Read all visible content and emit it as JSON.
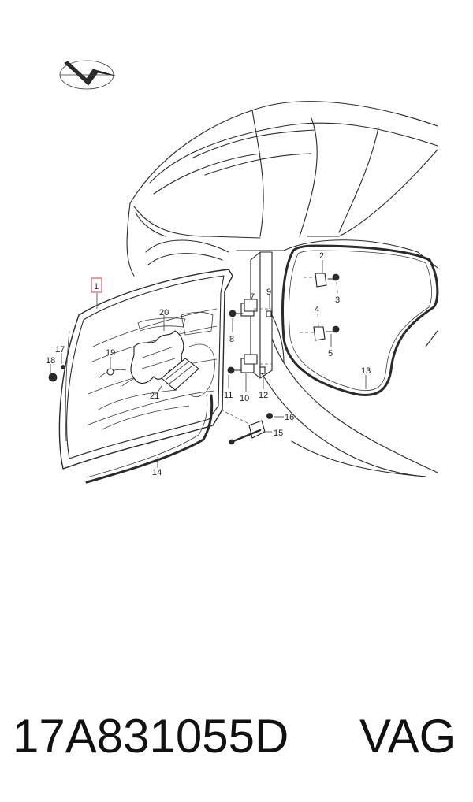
{
  "callouts": [
    {
      "id": "1",
      "label": "1"
    },
    {
      "id": "2",
      "label": "2"
    },
    {
      "id": "3",
      "label": "3"
    },
    {
      "id": "4",
      "label": "4"
    },
    {
      "id": "5",
      "label": "5"
    },
    {
      "id": "7",
      "label": "7"
    },
    {
      "id": "8",
      "label": "8"
    },
    {
      "id": "9",
      "label": "9"
    },
    {
      "id": "10",
      "label": "10"
    },
    {
      "id": "11",
      "label": "11"
    },
    {
      "id": "12",
      "label": "12"
    },
    {
      "id": "13",
      "label": "13"
    },
    {
      "id": "14",
      "label": "14"
    },
    {
      "id": "15",
      "label": "15"
    },
    {
      "id": "16",
      "label": "16"
    },
    {
      "id": "17",
      "label": "17"
    },
    {
      "id": "18",
      "label": "18"
    },
    {
      "id": "19",
      "label": "19"
    },
    {
      "id": "20",
      "label": "20"
    },
    {
      "id": "21",
      "label": "21"
    }
  ],
  "highlight": {
    "callout": "1",
    "color": "#e05a6a"
  },
  "footer": {
    "part_number": "17A831055D",
    "brand": "VAG"
  },
  "icons": {
    "orientation": "view-direction-arrow-icon"
  }
}
